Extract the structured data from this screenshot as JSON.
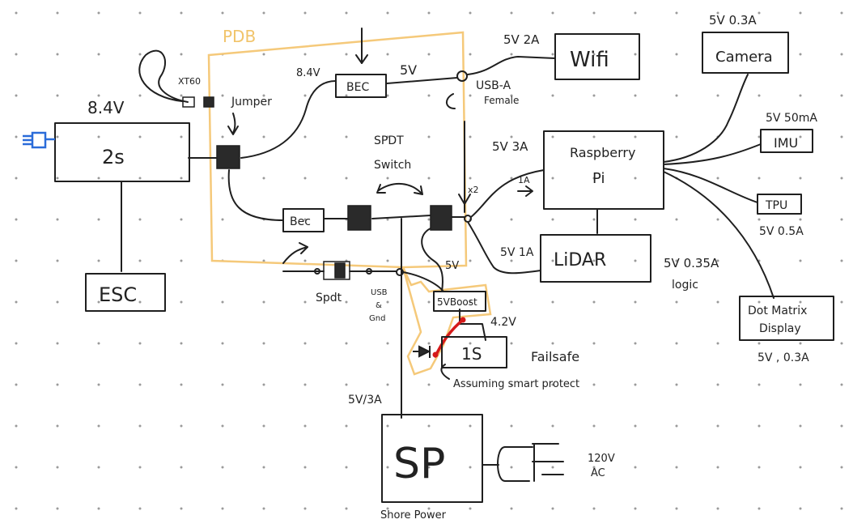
{
  "diagram": {
    "labels": {
      "pdb": "PDB",
      "battery_voltage": "8.4V",
      "xt60": "XT60",
      "jumper": "Jumper",
      "battery_2s": "2s",
      "esc": "ESC",
      "bec_in_voltage": "8.4V",
      "bec_top": "BEC",
      "bec_out_5v": "5V",
      "usb_a": "USB-A",
      "female": "Female",
      "wifi_power": "5V 2A",
      "wifi": "Wifi",
      "camera_power": "5V 0.3A",
      "camera": "Camera",
      "imu_power": "5V 50mA",
      "imu": "IMU",
      "tpu": "TPU",
      "tpu_power": "5V 0.5A",
      "dot_matrix_line1": "Dot Matrix",
      "dot_matrix_line2": "Display",
      "dot_matrix_power": "5V , 0.3A",
      "spdt": "SPDT",
      "switch": "Switch",
      "x2": "x2",
      "pi_power": "5V 3A",
      "raspberry": "Raspberry",
      "pi": "Pi",
      "one_a": "1A",
      "bec_bottom": "Bec",
      "lidar_power": "5V 1A",
      "lidar": "LiDAR",
      "lidar_power2": "5V 0.35A",
      "logic": "logic",
      "spdt2": "Spdt",
      "usb_label_line1": "USB",
      "usb_label_line2": "&",
      "usb_label_line3": "Gnd",
      "boost_5v": "5V",
      "boost": "5VBoost",
      "v42": "4.2V",
      "one_s": "1S",
      "failsafe": "Failsafe",
      "smart_protect": "Assuming smart protect",
      "shore_power_current": "5V/3A",
      "sp": "SP",
      "ac_120v": "120V",
      "ac": "AC",
      "shore_power": "Shore Power"
    },
    "colors": {
      "ink": "#1f1f1f",
      "pdb_outline": "#f5c97a",
      "red_wire": "#d51a1a",
      "connector_blue": "#2b6cd9",
      "grid_dot": "#9a9a9a"
    }
  }
}
